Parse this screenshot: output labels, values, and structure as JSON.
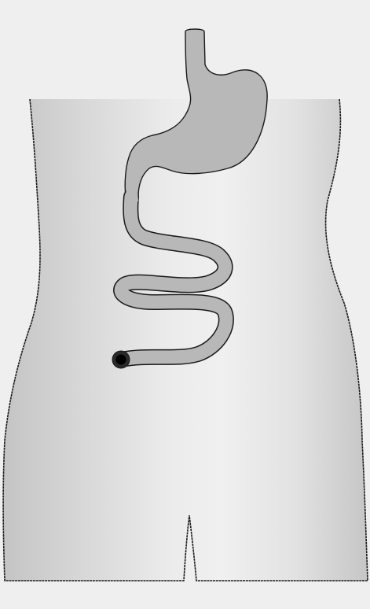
{
  "colors": {
    "background": "#efefef",
    "torso_edge": "#c4c4c4",
    "torso_center": "#f0f0f0",
    "outline": "#1a1a1a",
    "organ_fill": "#b8b8b8",
    "stoma_outer": "#2a2a2a",
    "stoma_inner": "#000000"
  },
  "figure": {
    "parts": [
      "torso",
      "stomach",
      "small-intestine",
      "stoma-opening"
    ]
  }
}
